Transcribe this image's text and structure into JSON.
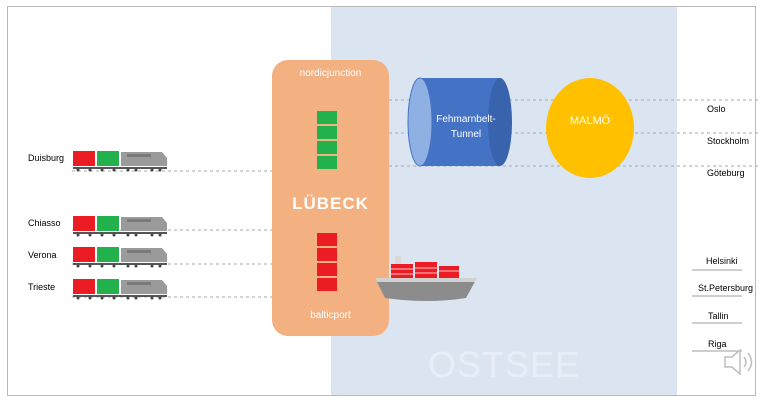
{
  "origins": [
    "Duisburg",
    "Chiasso",
    "Verona",
    "Trieste"
  ],
  "hub": {
    "top_label": "nordicjunction",
    "city": "LÜBECK",
    "bottom_label": "balticport"
  },
  "tunnel": {
    "line1": "Fehmarnbelt-",
    "line2": "Tunnel"
  },
  "malmo": "MALMÖ",
  "destinations_rail": [
    "Oslo",
    "Stockholm",
    "Göteburg"
  ],
  "destinations_ship": [
    "Helsinki",
    "St.Petersburg",
    "Tallin",
    "Riga"
  ],
  "sea_label": "OSTSEE",
  "colors": {
    "sea": "#dbe5f2",
    "hub": "#f3b081",
    "tunnel": "#4472c4",
    "malmo": "#ffc000",
    "container_green": "#22b14c",
    "container_red": "#ec1c24",
    "locomotive": "#9a9a9a"
  },
  "icons": [
    "train-icon",
    "ship-icon",
    "speaker-icon"
  ]
}
